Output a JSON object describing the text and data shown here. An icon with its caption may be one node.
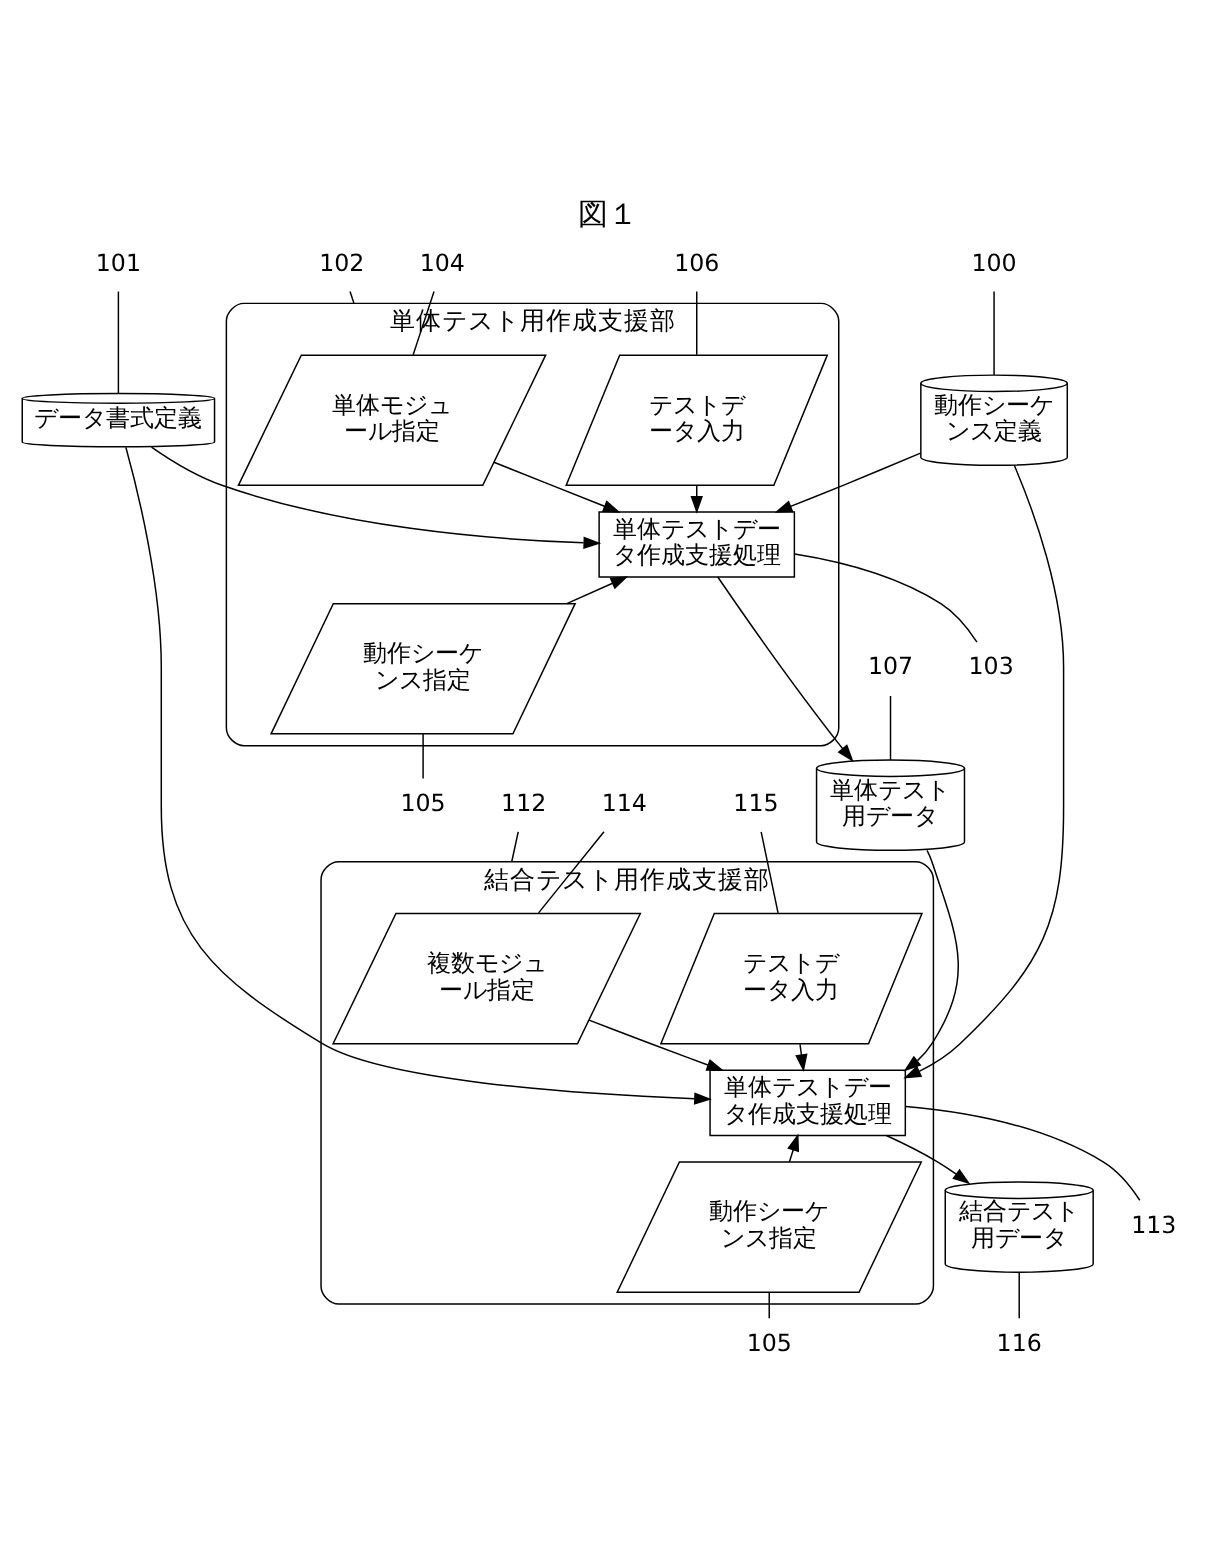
{
  "diagram": {
    "title": "図１",
    "nodes": [
      {
        "text": [
          "動作シーケンス定義"
        ]
      },
      {
        "text": [
          "データ書式定義"
        ]
      },
      {
        "text": [
          "単体テスト用作成支援部"
        ]
      },
      {
        "text": [
          "単体モジュール指定"
        ],
        "in": 2
      },
      {
        "text": [
          "テストデータ入力"
        ],
        "in": 2
      },
      {
        "text": [
          "単体テストデータ作成支援処理"
        ],
        "in": 2
      },
      {
        "text": [
          "動作シーケンス指定"
        ],
        "in": 2
      },
      {
        "text": [
          "単体テスト用データ"
        ]
      },
      {
        "text": [
          "結合テスト用作成支援部"
        ]
      },
      {
        "text": [
          "複数モジュール指定"
        ],
        "in": 8
      },
      {
        "text": [
          "テストデータ入力"
        ],
        "in": 8
      },
      {
        "text": [
          "単体テストデータ作成支援処理"
        ],
        "in": 8
      },
      {
        "text": [
          "動作シーケンス指定"
        ],
        "in": 8
      },
      {
        "text": [
          "結合テスト用データ"
        ]
      },
      {
        "text": [
          "100"
        ]
      },
      {
        "text": [
          "101"
        ]
      },
      {
        "text": [
          "102"
        ]
      },
      {
        "text": [
          "104"
        ]
      },
      {
        "text": [
          "106"
        ]
      },
      {
        "text": [
          "103"
        ]
      },
      {
        "text": [
          "105"
        ]
      },
      {
        "text": [
          "107"
        ]
      },
      {
        "text": [
          "112"
        ]
      },
      {
        "text": [
          "114"
        ]
      },
      {
        "text": [
          "115"
        ]
      },
      {
        "text": [
          "113"
        ]
      },
      {
        "text": [
          "105"
        ]
      },
      {
        "text": [
          "116"
        ]
      }
    ],
    "edges": [
      {
        "from": 0,
        "to": 5,
        "arrow": "to"
      },
      {
        "from": 1,
        "to": 5,
        "arrow": "to"
      },
      {
        "from": 0,
        "to": 11,
        "arrow": "to"
      },
      {
        "from": 1,
        "to": 11,
        "arrow": "to"
      },
      {
        "from": 3,
        "to": 5,
        "arrow": "to"
      },
      {
        "from": 4,
        "to": 5,
        "arrow": "to"
      },
      {
        "from": 6,
        "to": 5,
        "arrow": "to"
      },
      {
        "from": 5,
        "to": 7,
        "arrow": "to"
      },
      {
        "from": 7,
        "to": 11,
        "arrow": "to"
      },
      {
        "from": 9,
        "to": 11,
        "arrow": "to"
      },
      {
        "from": 10,
        "to": 11,
        "arrow": "to"
      },
      {
        "from": 12,
        "to": 11,
        "arrow": "to"
      },
      {
        "from": 11,
        "to": 13,
        "arrow": "to"
      },
      {
        "from": 14,
        "to": 0,
        "arrow": "none"
      },
      {
        "from": 15,
        "to": 1,
        "arrow": "none"
      },
      {
        "from": 16,
        "to": 2,
        "arrow": "none"
      },
      {
        "from": 17,
        "to": 3,
        "arrow": "none"
      },
      {
        "from": 18,
        "to": 4,
        "arrow": "none"
      },
      {
        "from": 19,
        "to": 5,
        "arrow": "none"
      },
      {
        "from": 20,
        "to": 6,
        "arrow": "none"
      },
      {
        "from": 21,
        "to": 7,
        "arrow": "none"
      },
      {
        "from": 22,
        "to": 8,
        "arrow": "none"
      },
      {
        "from": 23,
        "to": 9,
        "arrow": "none"
      },
      {
        "from": 24,
        "to": 10,
        "arrow": "none"
      },
      {
        "from": 25,
        "to": 11,
        "arrow": "none"
      },
      {
        "from": 26,
        "to": 12,
        "arrow": "none"
      },
      {
        "from": 27,
        "to": 13,
        "arrow": "none"
      }
    ]
  }
}
